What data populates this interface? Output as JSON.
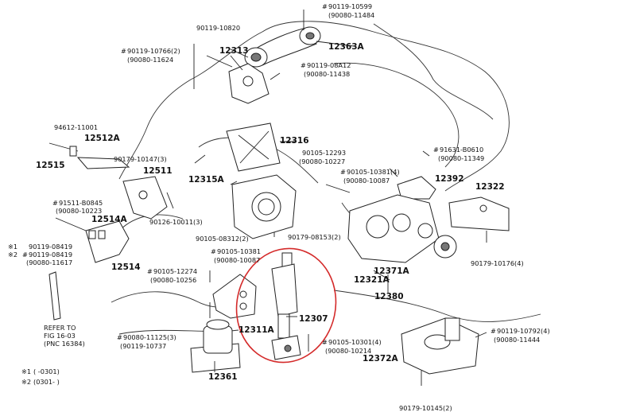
{
  "labels": {
    "p90119_10599": "90119-10599",
    "p90080_11484": "(90080-11484",
    "p90119_10820": "90119-10820",
    "p12363A": "12363A",
    "p90119_10766": "90119-10766(2)",
    "p90080_11624": "(90080-11624",
    "p12313": "12313",
    "p90119_08A12": "90119-08A12",
    "p90080_11438": "(90080-11438",
    "p94612_11001": "94612-11001",
    "p12512A": "12512A",
    "p12316": "12316",
    "p90179_10147": "90179-10147(3)",
    "p12515": "12515",
    "p12511": "12511",
    "p90105_12293": "90105-12293",
    "p90080_10227": "(90080-10227",
    "p91631_B0610": "91631-B0610",
    "p90080_11349": "(90080-11349",
    "p90105_10381a": "90105-10381(4)",
    "p90080_10087a": "(90080-10087",
    "p12392": "12392",
    "p12315A": "12315A",
    "p12322": "12322",
    "p91511_B0845": "91511-B0845",
    "p90080_10223": "(90080-10223",
    "p12514A": "12514A",
    "p90126_10011": "90126-10011(3)",
    "p90105_08312": "90105-08312(2)",
    "p90179_08153": "90179-08153(2)",
    "p90119_08419a": "90119-08419",
    "p90119_08419b": "90119-08419",
    "p90080_11617": "(90080-11617",
    "p90105_10381b": "90105-10381",
    "p90080_10087b": "(90080-10087",
    "p90179_10176": "90179-10176(4)",
    "p12514": "12514",
    "p90105_12274": "90105-12274",
    "p90080_10256": "(90080-10256",
    "p12321A": "12321A",
    "p12371A": "12371A",
    "p12380": "12380",
    "refer_to": "REFER TO",
    "refer_fig": "FIG 16-03",
    "refer_pnc": "(PNC 16384)",
    "p12311A": "12311A",
    "p12307": "12307",
    "p90119_10792": "90119-10792(4)",
    "p90080_11444": "(90080-11444",
    "p90080_11125": "90080-11125(3)",
    "p90119_10737": "(90119-10737",
    "p90105_10301": "90105-10301(4)",
    "p90080_10214": "(90080-10214",
    "p12372A": "12372A",
    "p12361": "12361",
    "p90179_10145": "90179-10145(2)",
    "note1_mark": "※1",
    "note1_text": "(     -0301)",
    "note2_mark": "※2",
    "note2_text": "(0301-     )",
    "hash": "#",
    "star1": "※1",
    "star2": "※2"
  },
  "colors": {
    "line": "#222222",
    "highlight_ellipse": "#d42a2a",
    "background": "#ffffff"
  }
}
